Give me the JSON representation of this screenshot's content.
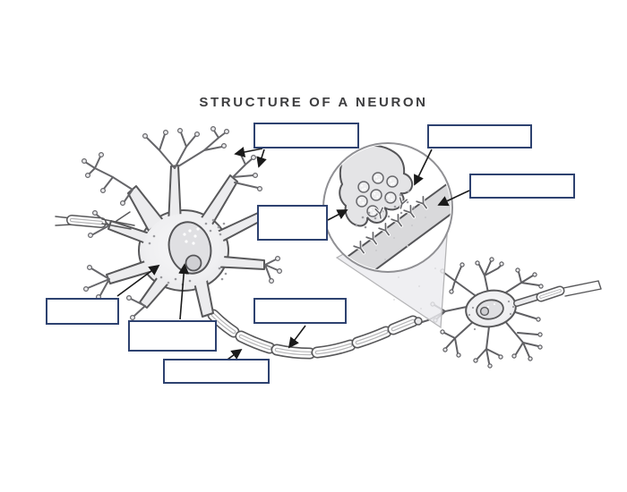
{
  "title": "STRUCTURE OF A NEURON",
  "colors": {
    "box_border": "#2e4270",
    "ink": "#58585a",
    "arrow": "#1a1a1a",
    "fill_light": "#ececee",
    "fill_mid": "#d9d9db",
    "background": "#ffffff"
  },
  "answer_boxes": [
    {
      "id": "dendrites",
      "value": ""
    },
    {
      "id": "synaptic-gap",
      "value": ""
    },
    {
      "id": "receiving-dendrite",
      "value": ""
    },
    {
      "id": "axon-terminal",
      "value": ""
    },
    {
      "id": "cell-body",
      "value": ""
    },
    {
      "id": "nucleus",
      "value": ""
    },
    {
      "id": "axon",
      "value": ""
    },
    {
      "id": "myelin-sheath",
      "value": ""
    }
  ]
}
